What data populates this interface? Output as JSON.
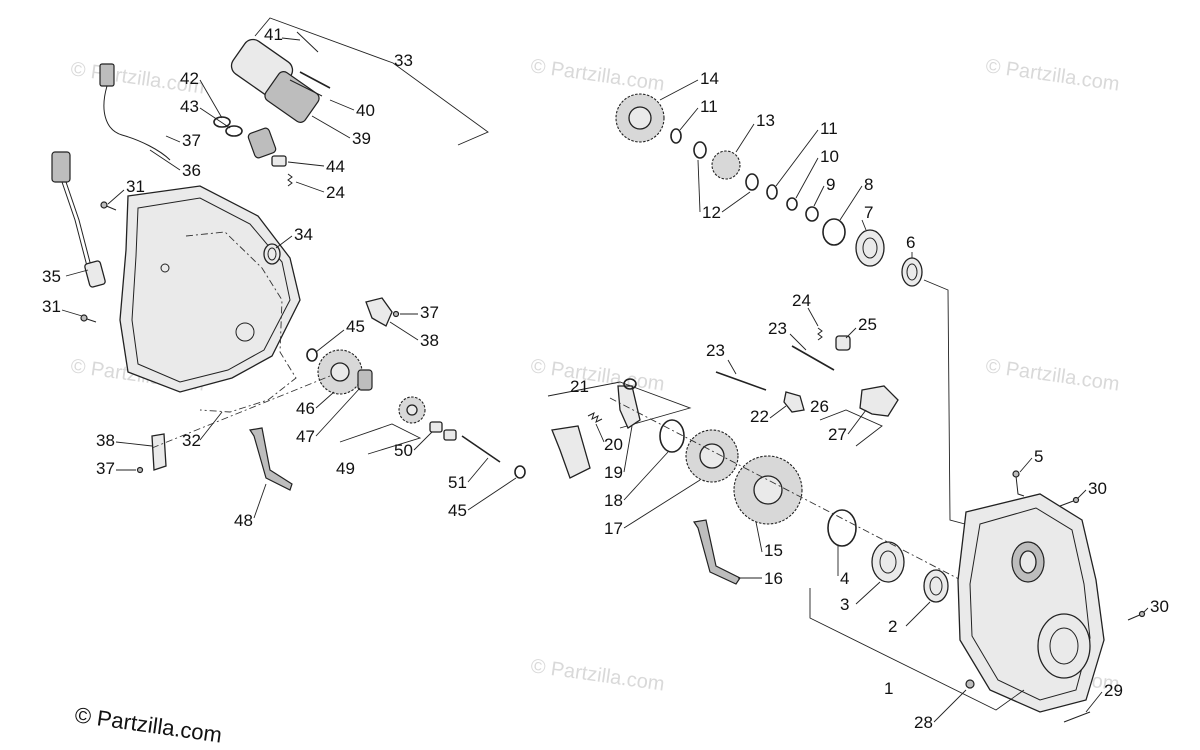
{
  "copyright": "© Partzilla.com",
  "watermark": "© Partzilla.com",
  "labels": {
    "l1": "1",
    "l2": "2",
    "l3": "3",
    "l4": "4",
    "l5": "5",
    "l6": "6",
    "l7": "7",
    "l8": "8",
    "l9": "9",
    "l10": "10",
    "l11a": "11",
    "l11b": "11",
    "l12": "12",
    "l13": "13",
    "l14": "14",
    "l15": "15",
    "l16": "16",
    "l17": "17",
    "l18": "18",
    "l19": "19",
    "l20": "20",
    "l21": "21",
    "l22": "22",
    "l23a": "23",
    "l23b": "23",
    "l24a": "24",
    "l24b": "24",
    "l25": "25",
    "l26": "26",
    "l27": "27",
    "l28": "28",
    "l29": "29",
    "l30a": "30",
    "l30b": "30",
    "l31a": "31",
    "l31b": "31",
    "l32": "32",
    "l33": "33",
    "l34": "34",
    "l35": "35",
    "l36": "36",
    "l37a": "37",
    "l37b": "37",
    "l37c": "37",
    "l38a": "38",
    "l38b": "38",
    "l39": "39",
    "l40": "40",
    "l41": "41",
    "l42": "42",
    "l43": "43",
    "l44": "44",
    "l45a": "45",
    "l45b": "45",
    "l46": "46",
    "l47": "47",
    "l48": "48",
    "l49": "49",
    "l50": "50",
    "l51": "51"
  }
}
